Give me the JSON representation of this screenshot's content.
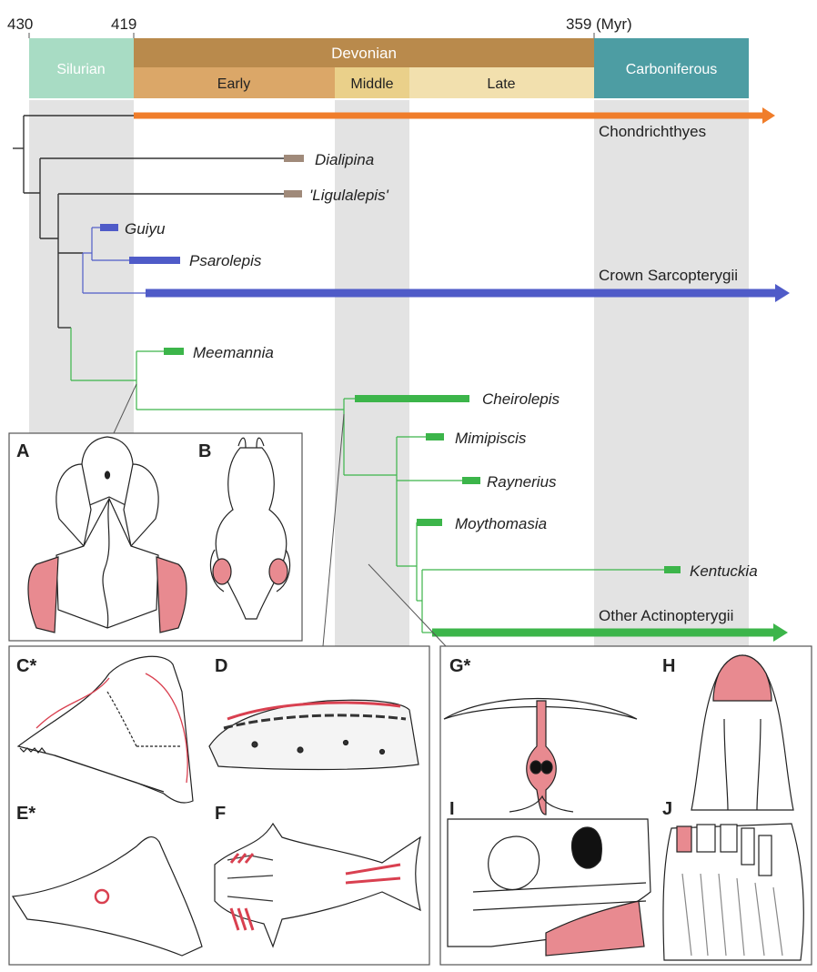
{
  "timescale": {
    "ages": {
      "a430": "430",
      "a419": "419",
      "a359": "359",
      "unit": "(Myr)"
    },
    "periods": {
      "silurian": "Silurian",
      "devonian": "Devonian",
      "carboniferous": "Carboniferous"
    },
    "epochs": {
      "early": "Early",
      "middle": "Middle",
      "late": "Late"
    }
  },
  "taxa": {
    "chondrichthyes": "Chondrichthyes",
    "dialipina": "Dialipina",
    "ligulalepis": "'Ligulalepis'",
    "guiyu": "Guiyu",
    "psarolepis": "Psarolepis",
    "crown_sarcopterygii": "Crown Sarcopterygii",
    "meemannia": "Meemannia",
    "cheirolepis": "Cheirolepis",
    "mimipiscis": "Mimipiscis",
    "raynerius": "Raynerius",
    "moythomasia": "Moythomasia",
    "kentuckia": "Kentuckia",
    "other_actinopterygii": "Other Actinopterygii"
  },
  "panels": {
    "A": "A",
    "B": "B",
    "C": "C*",
    "D": "D",
    "E": "E*",
    "F": "F",
    "G": "G*",
    "H": "H",
    "I": "I",
    "J": "J"
  },
  "colors": {
    "silurian": "#a8dcc4",
    "devonian": "#b98a4c",
    "early": "#dba768",
    "middle": "#ead08a",
    "late": "#f2e0ae",
    "carboniferous": "#4d9da3",
    "band": "#e3e3e3",
    "chondrichthyes": "#f07d2a",
    "sarcopterygii": "#4f5bc8",
    "actinopterygii": "#3cb54a",
    "stem": "#a08a7a",
    "highlight": "#e88a90"
  }
}
